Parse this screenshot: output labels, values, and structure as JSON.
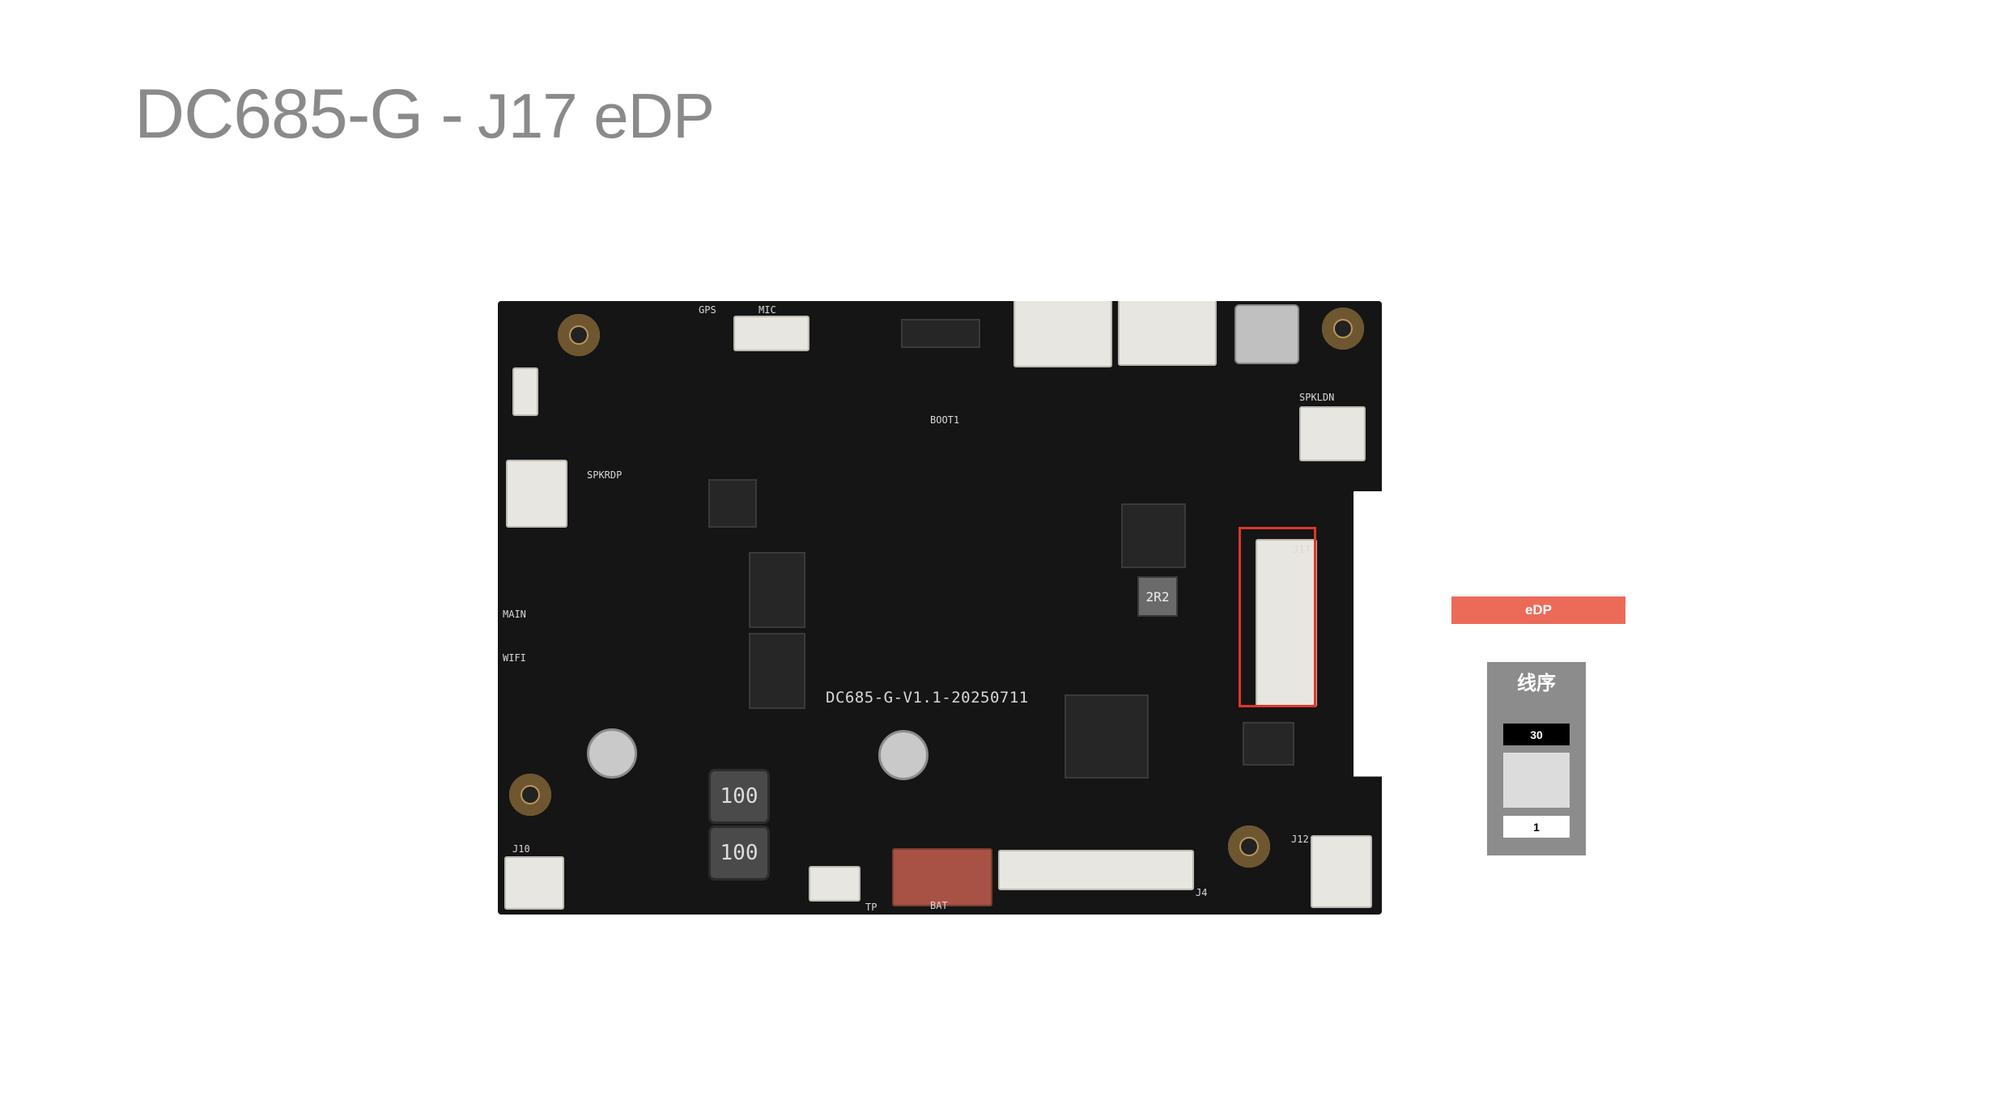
{
  "title": {
    "main": "DC685-G",
    "separator": "-",
    "sub": "J17 eDP"
  },
  "board": {
    "label": "DC685-G-V1.1-20250711",
    "silkscreen": {
      "gps": "GPS",
      "mic": "MIC",
      "main": "MAIN",
      "wifi": "WIFI",
      "bat": "BAT",
      "tp": "TP",
      "j17": "J17",
      "j4": "J4",
      "j12": "J12",
      "j10": "J10",
      "boot1": "BOOT1",
      "spkrdp": "SPKRDP",
      "spkldn": "SPKLDN",
      "ind1": "100",
      "ind2": "100",
      "chip2r2": "2R2"
    },
    "highlight_color": "#e0352b"
  },
  "legend": {
    "tag_label": "eDP",
    "tag_color": "#ec6a58",
    "panel_title": "线序",
    "pin_top": "30",
    "pin_bottom": "1"
  }
}
